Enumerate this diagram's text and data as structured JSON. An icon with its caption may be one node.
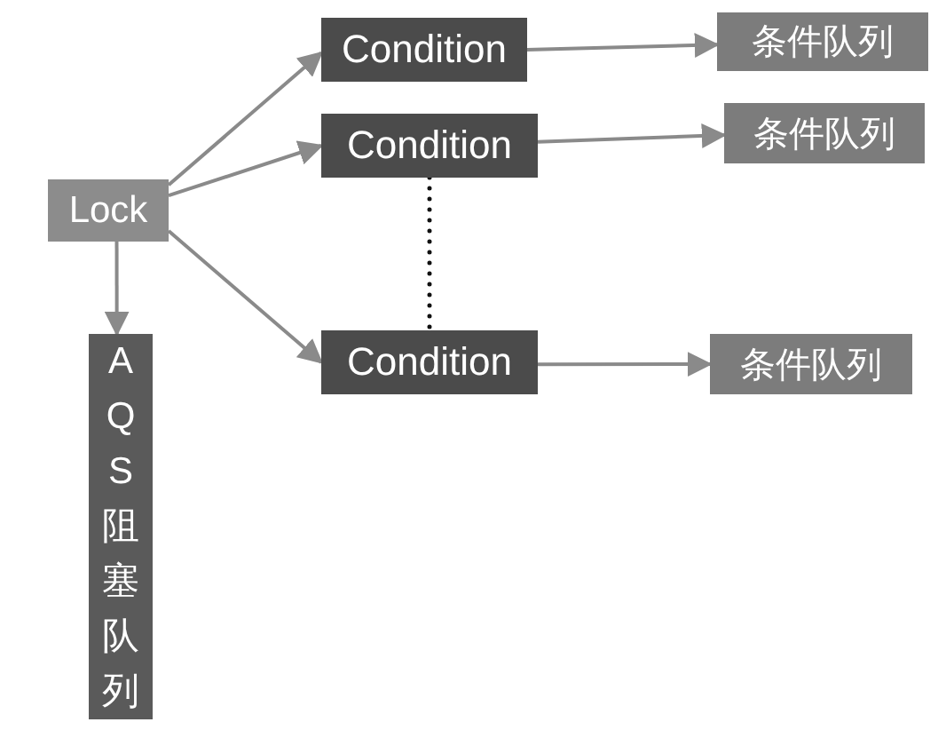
{
  "diagram": {
    "nodes": [
      {
        "text": [
          "Lock"
        ]
      },
      {
        "text": [
          "Condition"
        ]
      },
      {
        "text": [
          "Condition"
        ]
      },
      {
        "text": [
          "Condition"
        ]
      },
      {
        "text": [
          "条件队列"
        ]
      },
      {
        "text": [
          "条件队列"
        ]
      },
      {
        "text": [
          "条件队列"
        ]
      },
      {
        "text": [
          "AQS阻塞队列"
        ]
      }
    ],
    "edges": [
      {
        "from": 0,
        "to": 1,
        "arrow": "to"
      },
      {
        "from": 0,
        "to": 2,
        "arrow": "to"
      },
      {
        "from": 0,
        "to": 3,
        "arrow": "to"
      },
      {
        "from": 0,
        "to": 7,
        "arrow": "to"
      },
      {
        "from": 1,
        "to": 4,
        "arrow": "to"
      },
      {
        "from": 2,
        "to": 5,
        "arrow": "to"
      },
      {
        "from": 3,
        "to": 6,
        "arrow": "to"
      },
      {
        "from": 2,
        "to": 3,
        "arrow": "none",
        "style": "dashed",
        "color": "#111111"
      }
    ]
  }
}
